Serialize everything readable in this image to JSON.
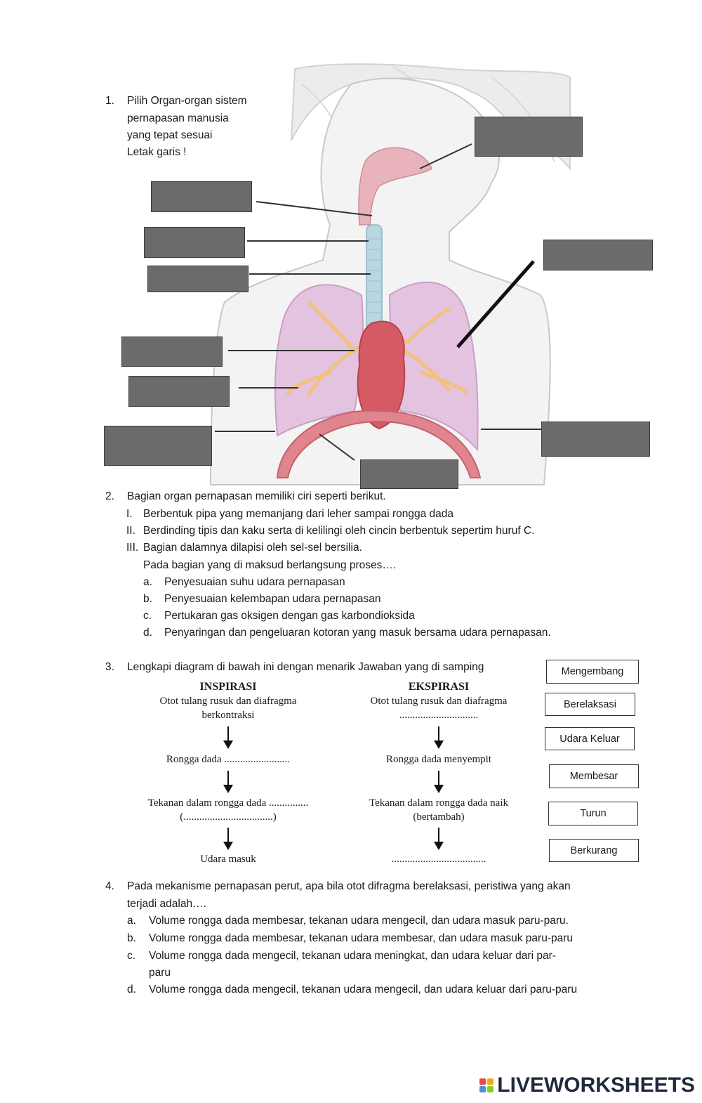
{
  "q1": {
    "number": "1.",
    "lines": [
      "Pilih Organ-organ sistem",
      "pernapasan manusia",
      "yang tepat sesuai",
      "Letak garis !"
    ]
  },
  "q2": {
    "number": "2.",
    "intro": "Bagian organ pernapasan memiliki ciri seperti berikut.",
    "features": [
      {
        "num": "I.",
        "text": "Berbentuk pipa yang memanjang dari leher sampai rongga dada"
      },
      {
        "num": "II.",
        "text": "Berdinding tipis dan kaku serta di kelilingi oleh cincin berbentuk sepertim huruf C."
      },
      {
        "num": "III.",
        "text": "Bagian dalamnya dilapisi oleh sel-sel bersilia."
      }
    ],
    "question": "Pada bagian yang di maksud berlangsung proses….",
    "options": [
      {
        "letter": "a.",
        "text": "Penyesuaian suhu udara pernapasan"
      },
      {
        "letter": "b.",
        "text": "Penyesuaian kelembapan udara pernapasan"
      },
      {
        "letter": "c.",
        "text": "Pertukaran gas oksigen dengan gas karbondioksida"
      },
      {
        "letter": "d.",
        "text": "Penyaringan dan pengeluaran kotoran yang masuk bersama udara pernapasan."
      }
    ]
  },
  "q3": {
    "number": "3.",
    "instruction": "Lengkapi diagram di bawah ini dengan menarik Jawaban yang di samping",
    "inspirasi": {
      "title": "INSPIRASI",
      "step1a": "Otot tulang rusuk dan diafragma",
      "step1b": "berkontraksi",
      "step2": "Rongga dada .........................",
      "step3a": "Tekanan dalam rongga dada ...............",
      "step3b": "(..................................)",
      "step4": "Udara masuk"
    },
    "ekspirasi": {
      "title": "EKSPIRASI",
      "step1a": "Otot tulang rusuk dan diafragma",
      "step1b": "..............................",
      "step2": "Rongga dada menyempit",
      "step3a": "Tekanan dalam rongga dada naik",
      "step3b": "(bertambah)",
      "step4": "...................................."
    },
    "choices": [
      "Mengembang",
      "Berelaksasi",
      "Udara Keluar",
      "Membesar",
      "Turun",
      "Berkurang"
    ]
  },
  "q4": {
    "number": "4.",
    "line1": "Pada mekanisme pernapasan perut, apa bila otot difragma berelaksasi, peristiwa yang akan",
    "line2": "terjadi adalah….",
    "options": [
      {
        "letter": "a.",
        "text": "Volume rongga dada membesar, tekanan udara mengecil, dan udara masuk paru-paru."
      },
      {
        "letter": "b.",
        "text": "Volume rongga dada membesar, tekanan udara membesar, dan udara masuk paru-paru"
      },
      {
        "letter": "c.",
        "text": "Volume rongga dada mengecil, tekanan udara meningkat, dan udara keluar dari par-"
      },
      {
        "letter": "",
        "text": "paru"
      },
      {
        "letter": "d.",
        "text": "Volume rongga dada mengecil, tekanan udara mengecil, dan udara keluar dari paru-paru"
      }
    ]
  },
  "branding": {
    "logo_text": "LIVEWORKSHEETS",
    "logo_squares": [
      "#e94b3c",
      "#f5a623",
      "#4a90d9",
      "#7ed321"
    ]
  }
}
